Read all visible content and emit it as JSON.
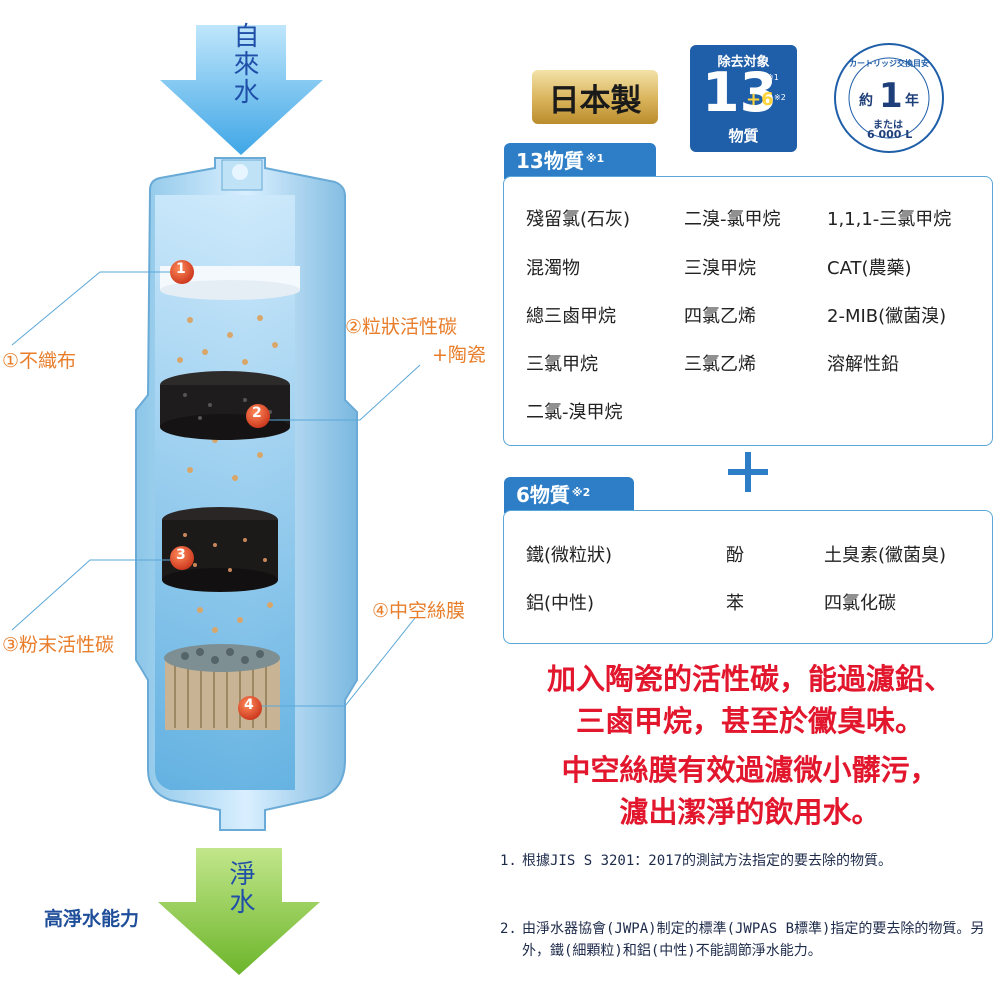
{
  "arrow_in": {
    "label": "自來水"
  },
  "arrow_out": {
    "label": "淨水"
  },
  "layers": {
    "l1": "①不織布",
    "l2_line1": "②粒狀活性碳",
    "l2_line2": "+陶瓷",
    "l3": "③粉末活性碳",
    "l4": "④中空絲膜",
    "markers": [
      "1",
      "2",
      "3",
      "4"
    ]
  },
  "purify_label": "高淨水能力",
  "badges": {
    "made_in": "日本製",
    "remove": {
      "title": "除去対象",
      "number": "13",
      "plus": "+6",
      "sup1": "※1",
      "sup2": "※2",
      "unit": "物質"
    },
    "cartridge": {
      "arc": "カートリッジ交換目安",
      "approx": "約",
      "num": "1",
      "year": "年",
      "or": "または",
      "liters": "6 000 L"
    }
  },
  "panel13": {
    "title": "13物質",
    "sup": "※1",
    "items": [
      "殘留氯(石灰)",
      "二溴-氯甲烷",
      "1,1,1-三氯甲烷",
      "混濁物",
      "三溴甲烷",
      "CAT(農藥)",
      "總三鹵甲烷",
      "四氯乙烯",
      "2-MIB(黴菌溴)",
      "三氯甲烷",
      "三氯乙烯",
      "溶解性鉛",
      "二氯-溴甲烷"
    ]
  },
  "panel6": {
    "title": "6物質",
    "sup": "※2",
    "items": [
      "鐵(微粒狀)",
      "酚",
      "土臭素(黴菌臭)",
      "鋁(中性)",
      "苯",
      "四氯化碳"
    ]
  },
  "highlight": {
    "line1": "加入陶瓷的活性碳，能過濾鉛、",
    "line2": "三鹵甲烷，甚至於黴臭味。",
    "line3": "中空絲膜有效過濾微小髒污，",
    "line4": "濾出潔淨的飲用水。"
  },
  "notes": [
    {
      "num": "1.",
      "text": "根據JIS S 3201：2017的測試方法指定的要去除的物質。"
    },
    {
      "num": "2.",
      "text": "由淨水器協會(JWPA)制定的標準(JWPAS B標準)指定的要去除的物質。另外，鐵(細顆粒)和鋁(中性)不能調節淨水能力。"
    }
  ],
  "colors": {
    "accent_blue": "#2d7ec7",
    "panel_border": "#5aa7d8",
    "label_orange": "#e87d2a",
    "highlight_red": "#e2162c",
    "green_arrow": "#7cc131"
  }
}
